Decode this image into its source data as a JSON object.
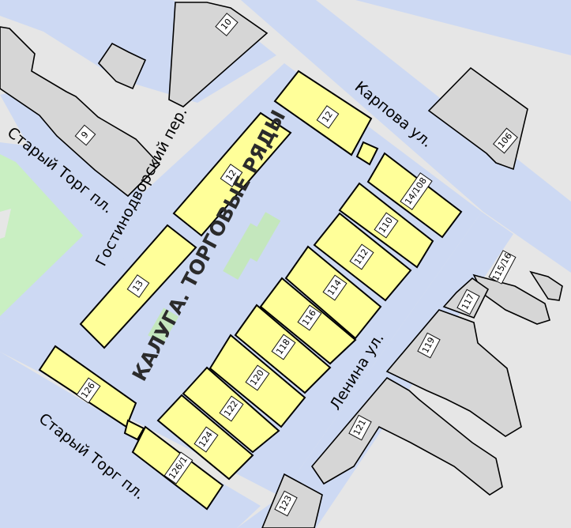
{
  "map": {
    "title": "КАЛУГА. ТОРГОВЫЕ РЯДЫ",
    "streets": {
      "karpova": "Карпова ул.",
      "gostinodvorsky": "Гостинодворский пер.",
      "stary_torg_top": "Старый Торг пл.",
      "stary_torg_bottom": "Старый Торг пл.",
      "lenina": "Ленина ул."
    },
    "houses": {
      "h10": "10",
      "h9": "9",
      "h106": "106",
      "h12a": "12",
      "h12b": "12",
      "h14108": "14/108",
      "h13": "13",
      "h110": "110",
      "h112": "112",
      "h114": "114",
      "h116": "116",
      "h118": "118",
      "h120": "120",
      "h122": "122",
      "h124": "124",
      "h126": "126",
      "h1261": "126/1",
      "h11516": "115/16",
      "h117": "117",
      "h119": "119",
      "h121": "121",
      "h123": "123"
    },
    "colors": {
      "road": "#cdd9f3",
      "background": "#e6e6e6",
      "trade_rows": "#ffff99",
      "other_buildings": "#d6d6d6",
      "park": "#c9efc2",
      "title_highlight": "#c4e7bd"
    }
  }
}
